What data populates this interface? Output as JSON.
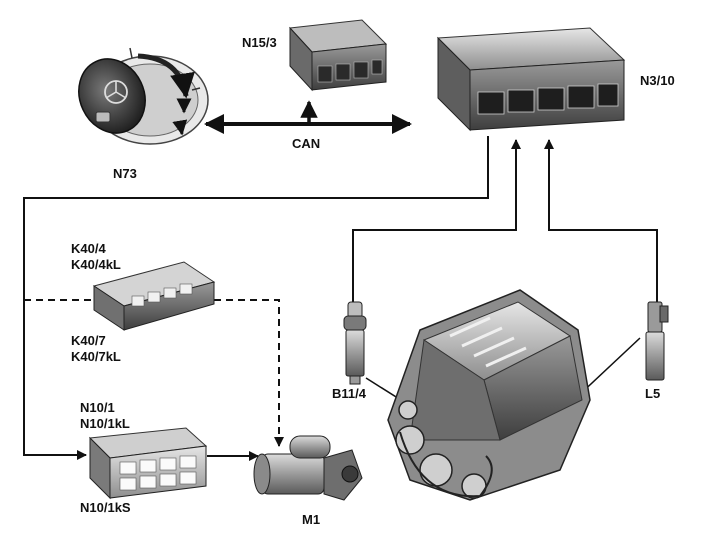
{
  "labels": {
    "n73": "N73",
    "n15_3": "N15/3",
    "can": "CAN",
    "n3_10": "N3/10",
    "k40_4": "K40/4",
    "k40_4kl": "K40/4kL",
    "k40_7": "K40/7",
    "k40_7kl": "K40/7kL",
    "n10_1": "N10/1",
    "n10_1kl": "N10/1kL",
    "n10_1ks": "N10/1kS",
    "m1": "M1",
    "b11_4": "B11/4",
    "l5": "L5"
  },
  "colors": {
    "line": "#111111",
    "module_dark": "#4f4f4f",
    "module_mid": "#8a8a8a",
    "module_light": "#c9c9c9"
  }
}
